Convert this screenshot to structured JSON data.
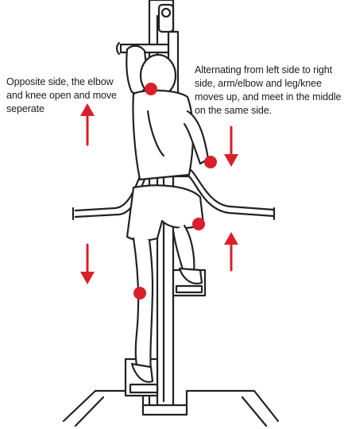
{
  "annotations": {
    "left": [
      "Opposite side, the elbow",
      "and knee open and move",
      "seperate"
    ],
    "right": [
      "Alternating from left side to right",
      "side, arm/elbow and leg/knee",
      "moves up, and meet in the middle",
      "on the same side."
    ]
  },
  "colors": {
    "marker": "#d8202a",
    "line_art": "#222222",
    "text": "#1b1b1b"
  },
  "arrows": [
    {
      "name": "arrow-up-left",
      "direction": "up"
    },
    {
      "name": "arrow-down-left",
      "direction": "down"
    },
    {
      "name": "arrow-down-right",
      "direction": "down"
    },
    {
      "name": "arrow-up-right",
      "direction": "up"
    }
  ],
  "joint_markers": [
    "right-elbow",
    "left-elbow",
    "right-knee",
    "left-knee"
  ]
}
